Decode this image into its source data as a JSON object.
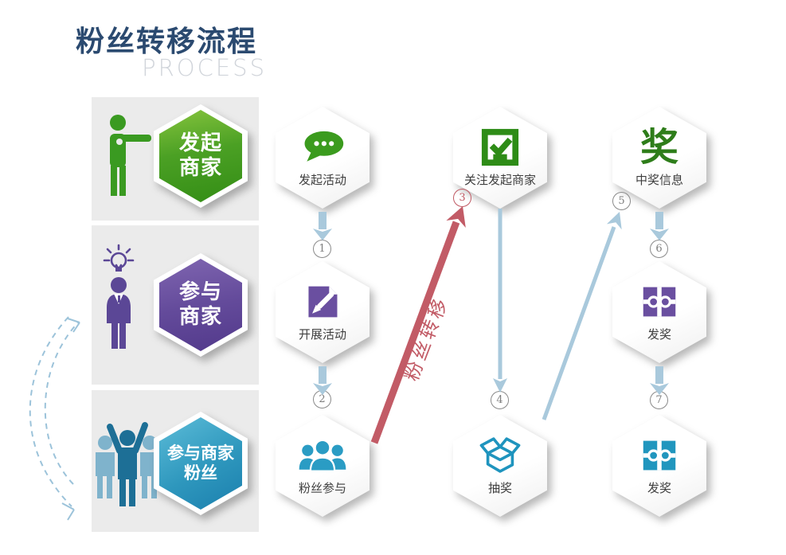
{
  "title": {
    "main": "粉丝转移流程",
    "sub": "PROCESS"
  },
  "actors": [
    {
      "name": "发起商家",
      "line1": "发起",
      "line2": "商家",
      "icon": "pointing-person-icon",
      "color": "#3b9b1e"
    },
    {
      "name": "参与商家",
      "line1": "参与",
      "line2": "商家",
      "icon": "idea-person-icon",
      "color": "#5b4796"
    },
    {
      "name": "参与商家粉丝",
      "line1": "参与商家",
      "line2": "粉丝",
      "icon": "fans-crowd-icon",
      "color": "#1b7fae"
    }
  ],
  "steps": {
    "initiate": {
      "label": "发起活动",
      "icon": "speech-bubble-icon"
    },
    "conduct": {
      "label": "开展活动",
      "icon": "document-pen-icon"
    },
    "fans_join": {
      "label": "粉丝参与",
      "icon": "fans-group-icon"
    },
    "follow": {
      "label": "关注发起商家",
      "icon": "ballot-check-icon"
    },
    "lottery": {
      "label": "抽奖",
      "icon": "open-box-icon"
    },
    "win_info": {
      "label": "中奖信息",
      "icon": "prize-character",
      "char": "奖"
    },
    "award_purple": {
      "label": "发奖",
      "icon": "gift-icon"
    },
    "award_teal": {
      "label": "发奖",
      "icon": "gift-icon"
    }
  },
  "numbers": [
    {
      "value": "1"
    },
    {
      "value": "2"
    },
    {
      "value": "3"
    },
    {
      "value": "4"
    },
    {
      "value": "5"
    },
    {
      "value": "6"
    },
    {
      "value": "7"
    }
  ],
  "transfer": {
    "label": "粉丝转移"
  },
  "colors": {
    "title": "#2b4a70",
    "subtitle": "#d0d4da",
    "panel": "#ebebeb",
    "green": "#3b9b1e",
    "purple": "#6a4fa0",
    "teal": "#2196be",
    "blue_arrow": "#a9c9dc",
    "dashed_arrow": "#9cc3da",
    "red_arrow": "#c25b66",
    "number_gray": "#8a8a8a",
    "number_red": "#c05a64"
  }
}
